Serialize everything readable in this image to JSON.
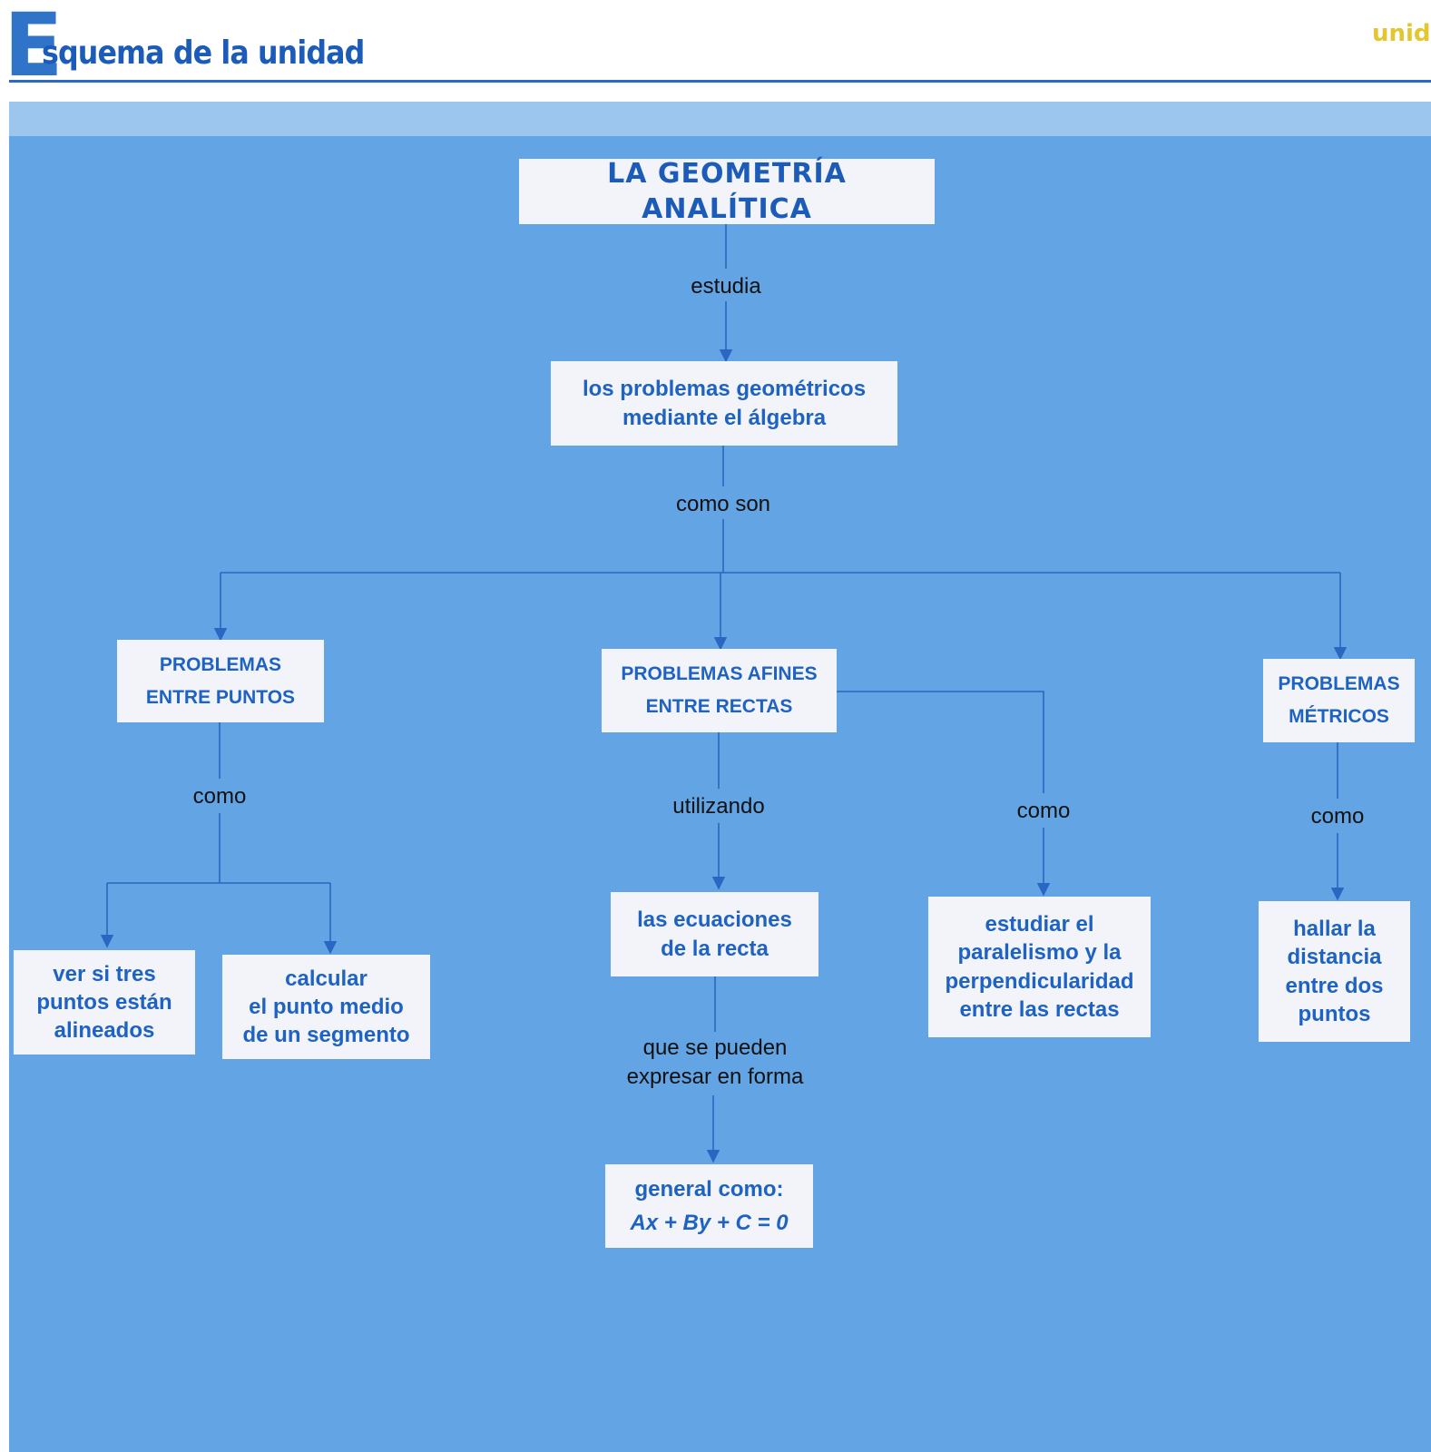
{
  "header": {
    "initial": "E",
    "title_rest": "squema de la unidad",
    "corner": "unid"
  },
  "nodes": {
    "root": "LA GEOMETRÍA ANALÍTICA",
    "problems": "los problemas geométricos\nmediante el álgebra",
    "points": "PROBLEMAS\nENTRE PUNTOS",
    "affine": "PROBLEMAS AFINES\nENTRE RECTAS",
    "metric": "PROBLEMAS\nMÉTRICOS",
    "aligned": "ver si tres\npuntos están\nalineados",
    "midpoint": "calcular\nel punto medio\nde un segmento",
    "equations": "las ecuaciones\nde la recta",
    "parallel": "estudiar el\nparalelismo y la\nperpendicularidad\nentre las rectas",
    "distance": "hallar la\ndistancia\nentre dos\npuntos",
    "general_title": "general como:",
    "general_formula": "Ax + By + C = 0"
  },
  "labels": {
    "estudia": "estudia",
    "como_son": "como son",
    "como_points": "como",
    "utilizando": "utilizando",
    "como_affine": "como",
    "como_metric": "como",
    "expresar": "que se pueden\nexpresar en forma"
  },
  "colors": {
    "panel": "#62a4e4",
    "box": "#f2f4f9",
    "box_text": "#1e62c4",
    "line": "#2b66c2"
  }
}
